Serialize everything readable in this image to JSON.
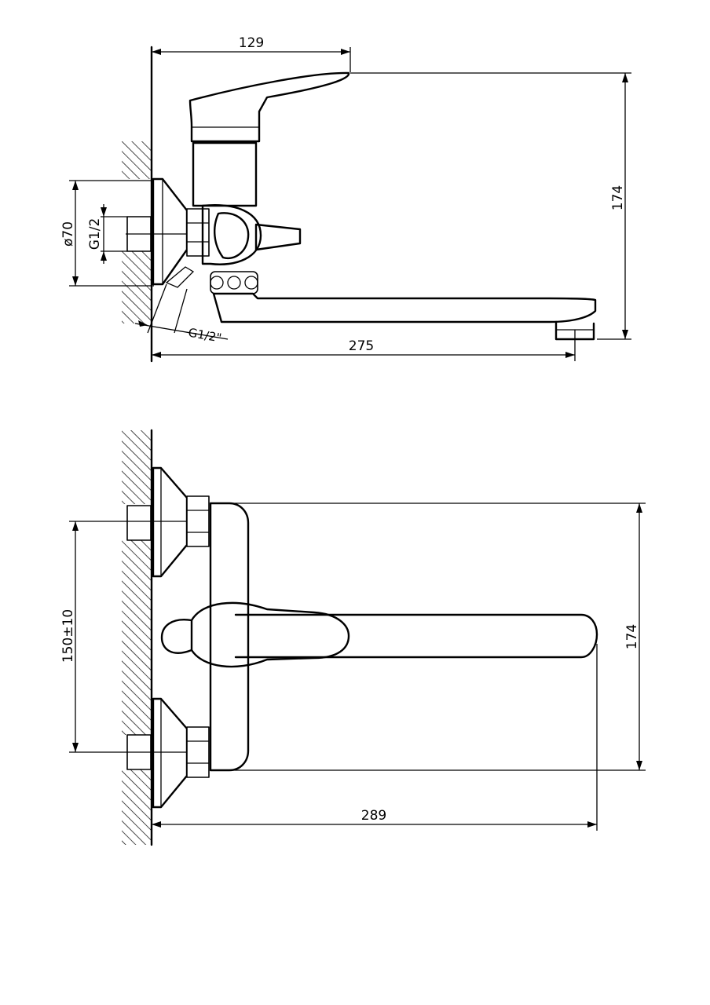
{
  "side_view": {
    "dim_top": "129",
    "dim_height": "174",
    "dim_diameter": "ø70",
    "dim_thread": "G1/2",
    "dim_thread_shower": "G1/2\"",
    "dim_length": "275"
  },
  "front_view": {
    "dim_centers": "150±10",
    "dim_height": "174",
    "dim_length": "289"
  }
}
